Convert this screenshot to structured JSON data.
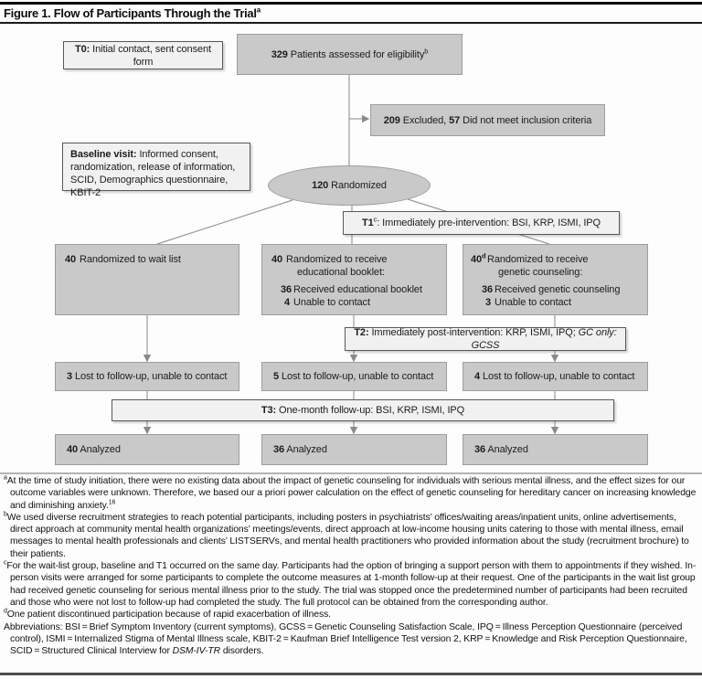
{
  "figure": {
    "title": "Figure 1. Flow of Participants Through the Trial",
    "title_sup": "a"
  },
  "diagram": {
    "t0": {
      "label_bold": "T0:",
      "label": " Initial contact, sent consent form"
    },
    "eligibility": {
      "count": "329",
      "label": " Patients assessed for eligibility",
      "sup": "b"
    },
    "excluded": {
      "count": "209",
      "label": " Excluded, ",
      "count2": "57",
      "label2": " Did not meet inclusion criteria"
    },
    "baseline": {
      "label_bold": "Baseline visit:",
      "label": " Informed consent, randomization, release of information, SCID, Demographics questionnaire, KBIT-2"
    },
    "randomized": {
      "count": "120",
      "label": " Randomized"
    },
    "t1": {
      "label_bold": "T1",
      "sup": "c",
      "label": ": Immediately pre-intervention: BSI, KRP, ISMI, IPQ"
    },
    "waitlist": {
      "count": "40",
      "label": "Randomized to wait list"
    },
    "booklet": {
      "count": "40",
      "sup": "",
      "line1": "Randomized to receive",
      "line2": "educational booklet:",
      "count2": "36",
      "line3": "Received educational booklet",
      "count3": "4",
      "line4": "Unable to contact"
    },
    "genetic": {
      "count": "40",
      "sup": "d",
      "line1": "Randomized to receive",
      "line2": "genetic counseling:",
      "count2": "36",
      "line3": "Received genetic counseling",
      "count3": "3",
      "line4": "Unable to contact"
    },
    "t2": {
      "label_bold": "T2:",
      "label": " Immediately post-intervention: KRP, ISMI, IPQ; ",
      "label_italic": "GC only: GCSS"
    },
    "lost_waitlist": {
      "count": "3",
      "label": " Lost to follow-up, unable to contact"
    },
    "lost_booklet": {
      "count": "5",
      "label": " Lost to follow-up, unable to contact"
    },
    "lost_genetic": {
      "count": "4",
      "label": " Lost to follow-up, unable to contact"
    },
    "t3": {
      "label_bold": "T3:",
      "label": " One-month follow-up: BSI, KRP, ISMI, IPQ"
    },
    "analyzed_waitlist": {
      "count": "40",
      "label": " Analyzed"
    },
    "analyzed_booklet": {
      "count": "36",
      "label": " Analyzed"
    },
    "analyzed_genetic": {
      "count": "36",
      "label": " Analyzed"
    }
  },
  "footnotes": {
    "a": {
      "marker": "a",
      "text": "At the time of study initiation, there were no existing data about the impact of genetic counseling for individuals with serious mental illness, and the effect sizes for our outcome variables were unknown. Therefore, we based our a priori power calculation on the effect of genetic counseling for hereditary cancer on increasing knowledge and diminishing anxiety.",
      "sup_end": "16"
    },
    "b": {
      "marker": "b",
      "text": "We used diverse recruitment strategies to reach potential participants, including posters in psychiatrists’ offices/waiting areas/inpatient units, online advertisements, direct approach at community mental health organizations’ meetings/events, direct approach at low-income housing units catering to those with mental illness, email messages to mental health professionals and clients’ LISTSERVs, and mental health practitioners who provided information about the study (recruitment brochure) to their patients."
    },
    "c": {
      "marker": "c",
      "text": "For the wait-list group, baseline and T1 occurred on the same day. Participants had the option of bringing a support person with them to appointments if they wished. In-person visits were arranged for some participants to complete the outcome measures at 1-month follow-up at their request. One of the participants in the wait list group had received genetic counseling for serious mental illness prior to the study. The trial was stopped once the predetermined number of participants had been recruited and those who were not lost to follow-up had completed the study. The full protocol can be obtained from the corresponding author."
    },
    "d": {
      "marker": "d",
      "text": "One patient discontinued participation because of rapid exacerbation of illness."
    },
    "abbr": {
      "text_before": "Abbreviations: BSI = Brief Symptom Inventory (current symptoms), GCSS = Genetic Counseling Satisfaction Scale, IPQ = Illness Perception Questionnaire (perceived control), ISMI = Internalized Stigma of Mental Illness scale, KBIT-2 = Kaufman Brief Intelligence Test version 2, KRP = Knowledge and Risk Perception Questionnaire, SCID = Structured Clinical Interview for ",
      "italic": "DSM-IV-TR",
      "text_after": " disorders."
    }
  },
  "colors": {
    "node_fill": "#c9c9c9",
    "node_border": "#9d9d9d",
    "label_fill": "#f1f1f1",
    "label_border": "#58585a",
    "connector": "#9a9a9a",
    "rule_top": "#000000",
    "rule_bottom": "#4d4d4d"
  }
}
